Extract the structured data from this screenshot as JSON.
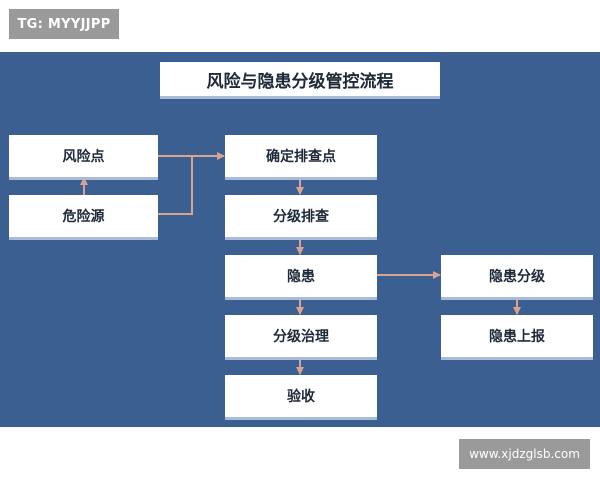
{
  "watermark_top": "TG: MYYJJPP",
  "watermark_bottom": "www.xjdzglsb.com",
  "title": "风险与隐患分级管控流程",
  "nodes": {
    "risk_point": "风险点",
    "hazard_source": "危险源",
    "confirm_check": "确定排查点",
    "grade_check": "分级排查",
    "hidden_danger": "隐患",
    "grade_govern": "分级治理",
    "acceptance": "验收",
    "danger_grading": "隐患分级",
    "danger_report": "隐患上报"
  },
  "colors": {
    "panel_background": "#3a5f90",
    "connector": "#d9a48f",
    "box": "#ffffff",
    "box_shadow": "#a9bbd6"
  }
}
